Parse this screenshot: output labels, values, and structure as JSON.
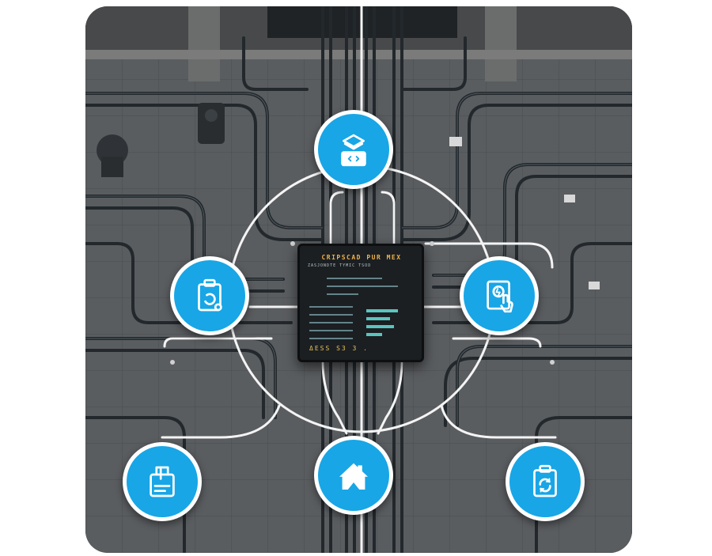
{
  "scene": {
    "panel": {
      "title": "CRIPSCAD PUR MEX",
      "subtitle": "ZASJONDTE TYMIC TSOD",
      "footer": "ΔESS S3 3 ."
    },
    "nodes": [
      {
        "name": "node-code-icon",
        "icon": "code-card-icon"
      },
      {
        "name": "node-clipboard-icon",
        "icon": "clipboard-sync-icon"
      },
      {
        "name": "node-touch-icon",
        "icon": "touch-document-icon"
      },
      {
        "name": "node-folder-icon",
        "icon": "folder-list-icon"
      },
      {
        "name": "node-home-icon",
        "icon": "home-icon"
      },
      {
        "name": "node-sync-icon",
        "icon": "sync-clipboard-icon"
      }
    ],
    "colors": {
      "accent": "#18a6e6",
      "wall": "#55585a",
      "pipe": "#2b3136",
      "wire": "#ffffff",
      "panel_text": "#f0b24a"
    }
  }
}
